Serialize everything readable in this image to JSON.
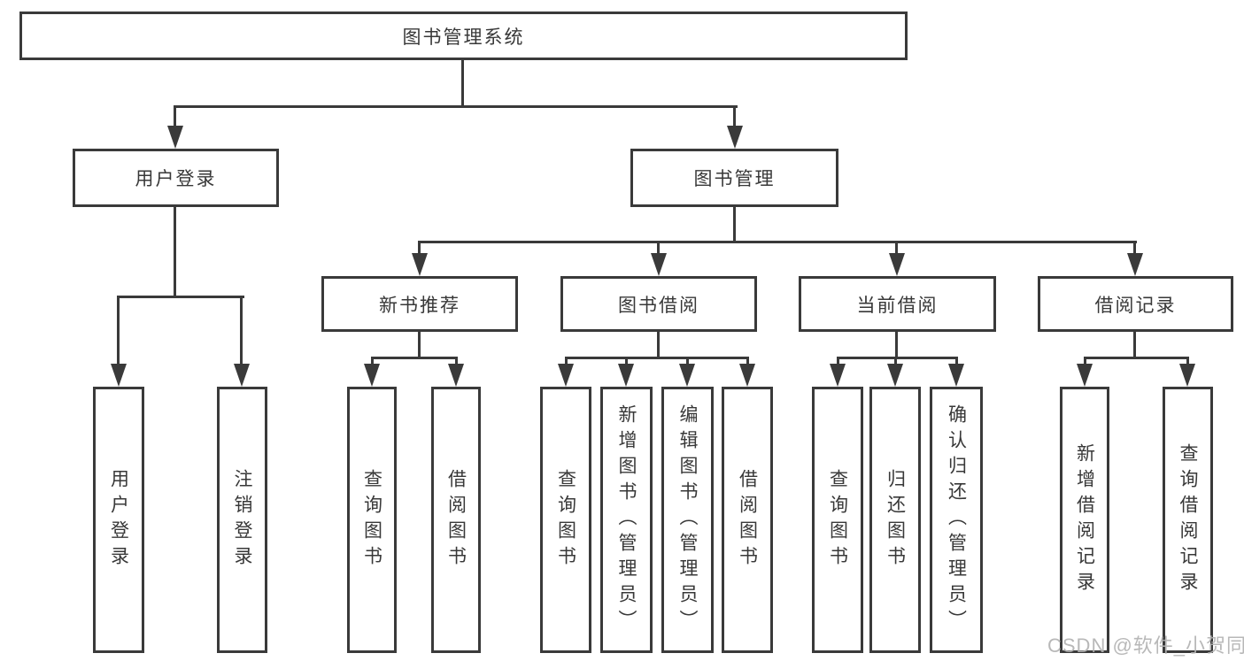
{
  "nodes": {
    "root": {
      "label": "图书管理系统"
    },
    "user_login": {
      "label": "用户登录"
    },
    "book_management": {
      "label": "图书管理"
    },
    "new_book_recommend": {
      "label": "新书推荐"
    },
    "book_borrow": {
      "label": "图书借阅"
    },
    "current_borrow": {
      "label": "当前借阅"
    },
    "borrow_record": {
      "label": "借阅记录"
    },
    "leaf_user_login": {
      "label": "用户登录"
    },
    "leaf_logout": {
      "label": "注销登录"
    },
    "leaf_rec_query_book": {
      "label": "查询图书"
    },
    "leaf_rec_borrow_book": {
      "label": "借阅图书"
    },
    "leaf_bb_query_book": {
      "label": "查询图书"
    },
    "leaf_bb_add_book": {
      "label": "新增图书（管理员）"
    },
    "leaf_bb_edit_book": {
      "label": "编辑图书（管理员）"
    },
    "leaf_bb_borrow_book": {
      "label": "借阅图书"
    },
    "leaf_cb_query_book": {
      "label": "查询图书"
    },
    "leaf_cb_return_book": {
      "label": "归还图书"
    },
    "leaf_cb_confirm_return": {
      "label": "确认归还（管理员）"
    },
    "leaf_br_add_record": {
      "label": "新增借阅记录"
    },
    "leaf_br_query_record": {
      "label": "查询借阅记录"
    }
  },
  "watermark": {
    "text": "CSDN @软件_小贺同学",
    "color": "#b2b2b2"
  },
  "colors": {
    "line": "#3a3a3a",
    "text": "#383838",
    "background": "#ffffff"
  }
}
